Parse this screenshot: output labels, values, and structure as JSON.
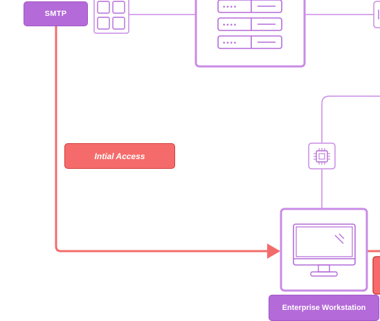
{
  "labels": {
    "smtp": "SMTP",
    "initial_access": "Intial Access",
    "workstation": "Enterprise Workstation"
  },
  "colors": {
    "purple_stroke": "#c98be6",
    "purple_fill": "#b46ad8",
    "attack_red": "#f36b6b",
    "attack_red_dark": "#d43a3a"
  },
  "icons": {
    "grid": "grid-icon",
    "server": "server-rack-icon",
    "chip": "cpu-chip-icon",
    "monitor": "monitor-icon"
  }
}
